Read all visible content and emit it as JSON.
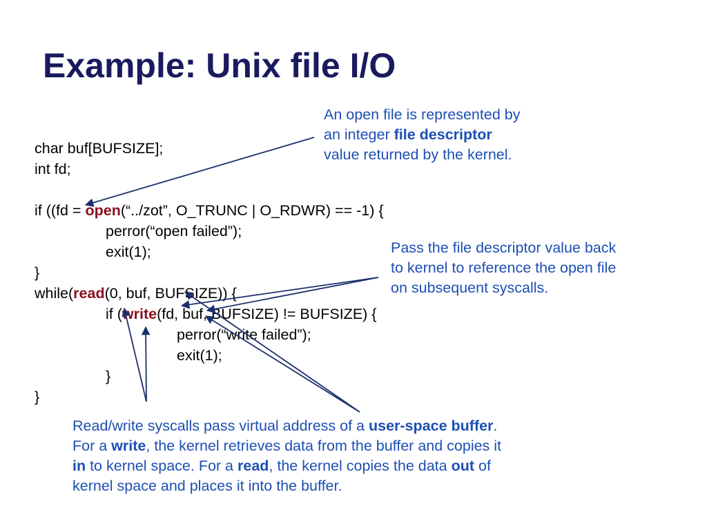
{
  "slide": {
    "title": "Example: Unix file I/O"
  },
  "code": {
    "line1": "char buf[BUFSIZE];",
    "line2": "int fd;",
    "line4_pre": "if ((fd = ",
    "line4_kw": "open",
    "line4_post": "(“../zot”, O_TRUNC | O_RDWR) == -1) {",
    "line5": "perror(“open failed”);",
    "line6": "exit(1);",
    "line7": "}",
    "line8_pre": "while(",
    "line8_kw": "read",
    "line8_post": "(0, buf, BUFSIZE)) {",
    "line9_pre": "if (",
    "line9_kw": "write",
    "line9_post": "(fd, buf, BUFSIZE) != BUFSIZE) {",
    "line10": "perror(“write failed”);",
    "line11": "exit(1);",
    "line12": "}",
    "line13": "}"
  },
  "notes": {
    "fd_note": {
      "t1": "An open file is represented by",
      "t2a": "an integer ",
      "t2b": "file descriptor",
      "t3": "value returned by the kernel."
    },
    "pass_note": {
      "t1": "Pass the file descriptor value back",
      "t2": "to kernel to reference the open file",
      "t3": "on subsequent syscalls."
    },
    "rw_note": {
      "t1a": "Read/write syscalls pass virtual address of a ",
      "t1b": "user-space buffer",
      "t1c": ".",
      "t2a": "For a ",
      "t2b": "write",
      "t2c": ", the kernel retrieves data from the buffer and copies it",
      "t3a": "in",
      "t3b": " to kernel space.  For a ",
      "t3c": "read",
      "t3d": ", the kernel copies the data ",
      "t3e": "out",
      "t3f": " of",
      "t4": "kernel space and places it into the buffer."
    }
  },
  "colors": {
    "title": "#1a1a5e",
    "note_text": "#1d4fb3",
    "keyword": "#8b0f1e",
    "arrow": "#1a2f6b"
  }
}
